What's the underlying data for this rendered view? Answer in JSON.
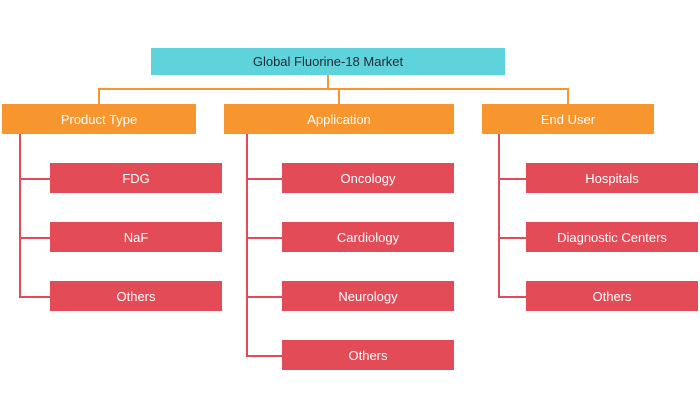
{
  "colors": {
    "root": "#5fd3dc",
    "category": "#f7962f",
    "item": "#e34b57"
  },
  "root": {
    "label": "Global Fluorine-18 Market"
  },
  "categories": [
    {
      "label": "Product Type",
      "items": [
        "FDG",
        "NaF",
        "Others"
      ]
    },
    {
      "label": "Application",
      "items": [
        "Oncology",
        "Cardiology",
        "Neurology",
        "Others"
      ]
    },
    {
      "label": "End User",
      "items": [
        "Hospitals",
        "Diagnostic Centers",
        "Others"
      ]
    }
  ]
}
